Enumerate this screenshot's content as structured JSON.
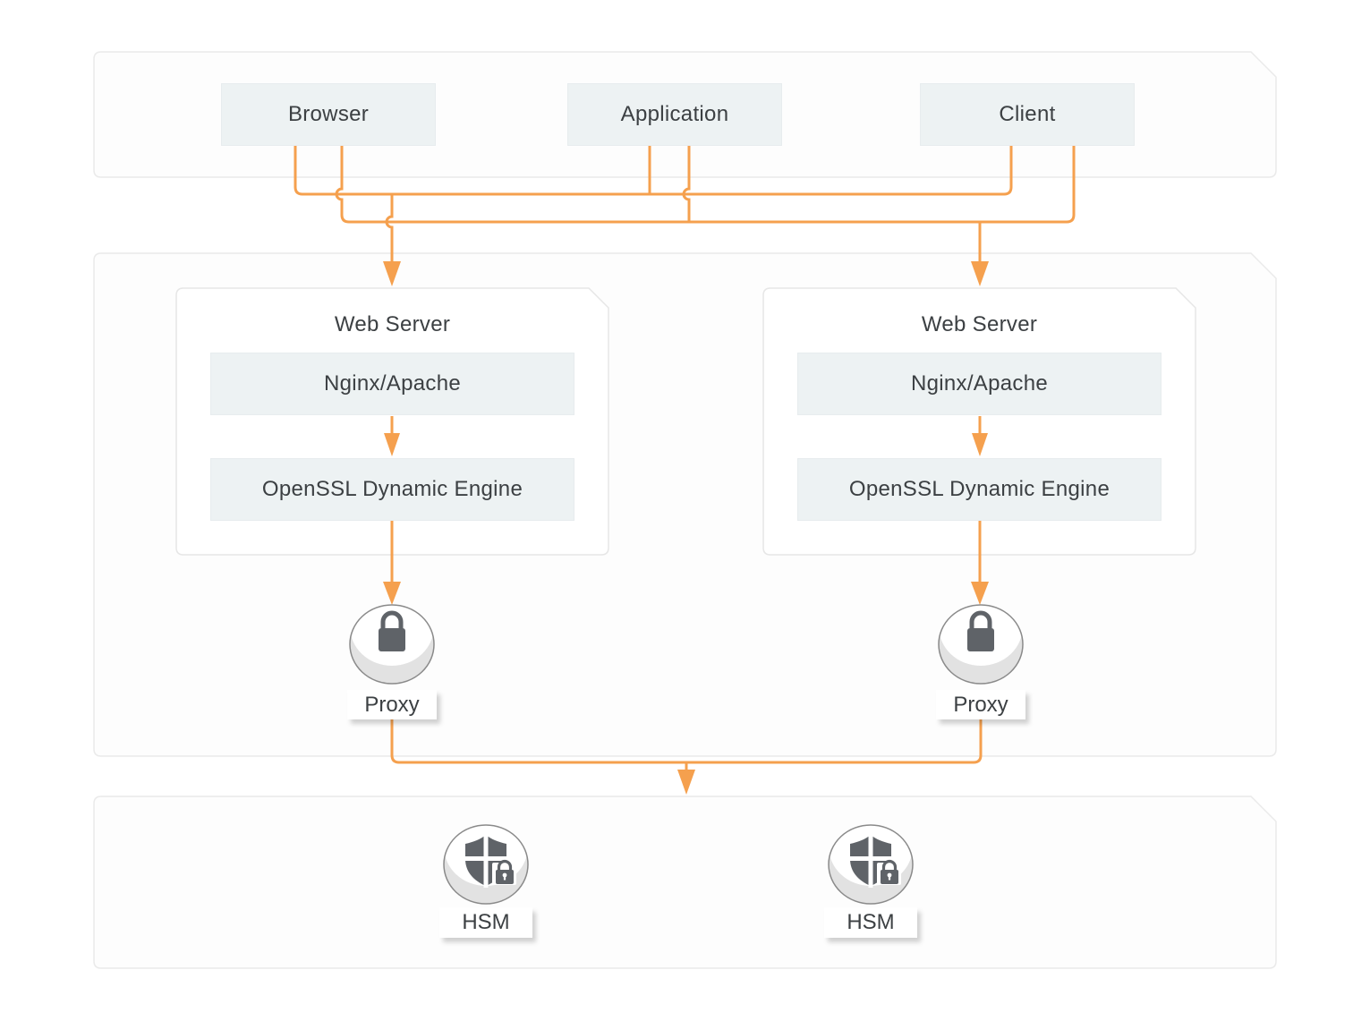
{
  "sections": {
    "clients": {
      "items": [
        {
          "label": "Browser"
        },
        {
          "label": "Application"
        },
        {
          "label": "Client"
        }
      ]
    },
    "servers": {
      "nodes": [
        {
          "title": "Web Server",
          "stack": [
            {
              "label": "Nginx/Apache"
            },
            {
              "label": "OpenSSL Dynamic Engine"
            }
          ],
          "proxy": {
            "label": "Proxy",
            "icon": "lock-icon"
          }
        },
        {
          "title": "Web Server",
          "stack": [
            {
              "label": "Nginx/Apache"
            },
            {
              "label": "OpenSSL Dynamic Engine"
            }
          ],
          "proxy": {
            "label": "Proxy",
            "icon": "lock-icon"
          }
        }
      ]
    },
    "hsm": {
      "nodes": [
        {
          "label": "HSM",
          "icon": "shield-lock-icon"
        },
        {
          "label": "HSM",
          "icon": "shield-lock-icon"
        }
      ]
    }
  },
  "colors": {
    "connector": "#F5A04E",
    "node_fill": "#EDF2F3",
    "text": "#3C4043",
    "icon_gray": "#5F6368",
    "container_fill": "#FDFDFD",
    "container_border": "#EAEAEA",
    "box_border": "#E6E6E6",
    "circle_border": "#8A8A8A",
    "circle_shade": "#E2E2E2"
  }
}
